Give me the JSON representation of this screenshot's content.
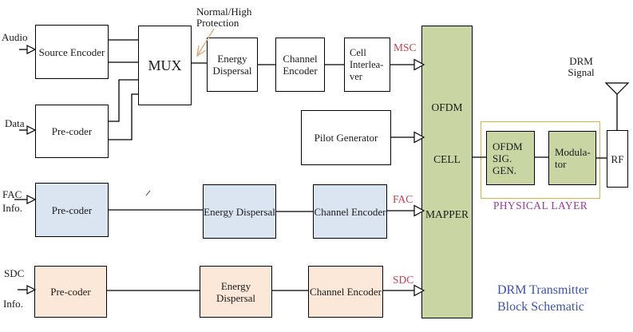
{
  "colors": {
    "box_green": "#c9d6a4",
    "box_blue": "#dbe5f1",
    "box_peach": "#fce8d8",
    "physical_layer_border": "#d6b73c",
    "signal_red": "#bf4150",
    "physical_layer_text": "#9a3a9e",
    "title_blue": "#3d52a8",
    "protection_arrow_tan": "#dcab7c"
  },
  "labels": {
    "protection_note": "Normal/High Protection",
    "physical_layer": "PHYSICAL LAYER",
    "title": "DRM Transmitter Block Schematic",
    "drm_signal": "DRM Signal"
  },
  "inputs": {
    "audio": "Audio",
    "data": "Data",
    "fac_line1": "FAC",
    "fac_line2": "Info.",
    "sdc_line1": "SDC",
    "sdc_line2": "Info."
  },
  "signal_labels": {
    "msc": "MSC",
    "fac": "FAC",
    "sdc": "SDC"
  },
  "blocks": {
    "source_encoder": "Source Encoder",
    "data_precoder": "Pre-coder",
    "mux": "MUX",
    "msc_energy_dispersal": "Energy Dispersal",
    "msc_channel_encoder": "Channel Encoder",
    "cell_interleaver": "Cell Interlea-ver",
    "pilot_generator": "Pilot Generator",
    "mapper_line1": "OFDM",
    "mapper_line2": "CELL",
    "mapper_line3": "MAPPER",
    "fac_precoder": "Pre-coder",
    "fac_energy_dispersal": "Energy Dispersal",
    "fac_channel_encoder": "Channel Encoder",
    "sdc_precoder": "Pre-coder",
    "sdc_energy_dispersal": "Energy Dispersal",
    "sdc_channel_encoder": "Channel Encoder",
    "ofdm_sig_gen": "OFDM SIG. GEN.",
    "modulator": "Modula-tor",
    "rf": "RF"
  }
}
